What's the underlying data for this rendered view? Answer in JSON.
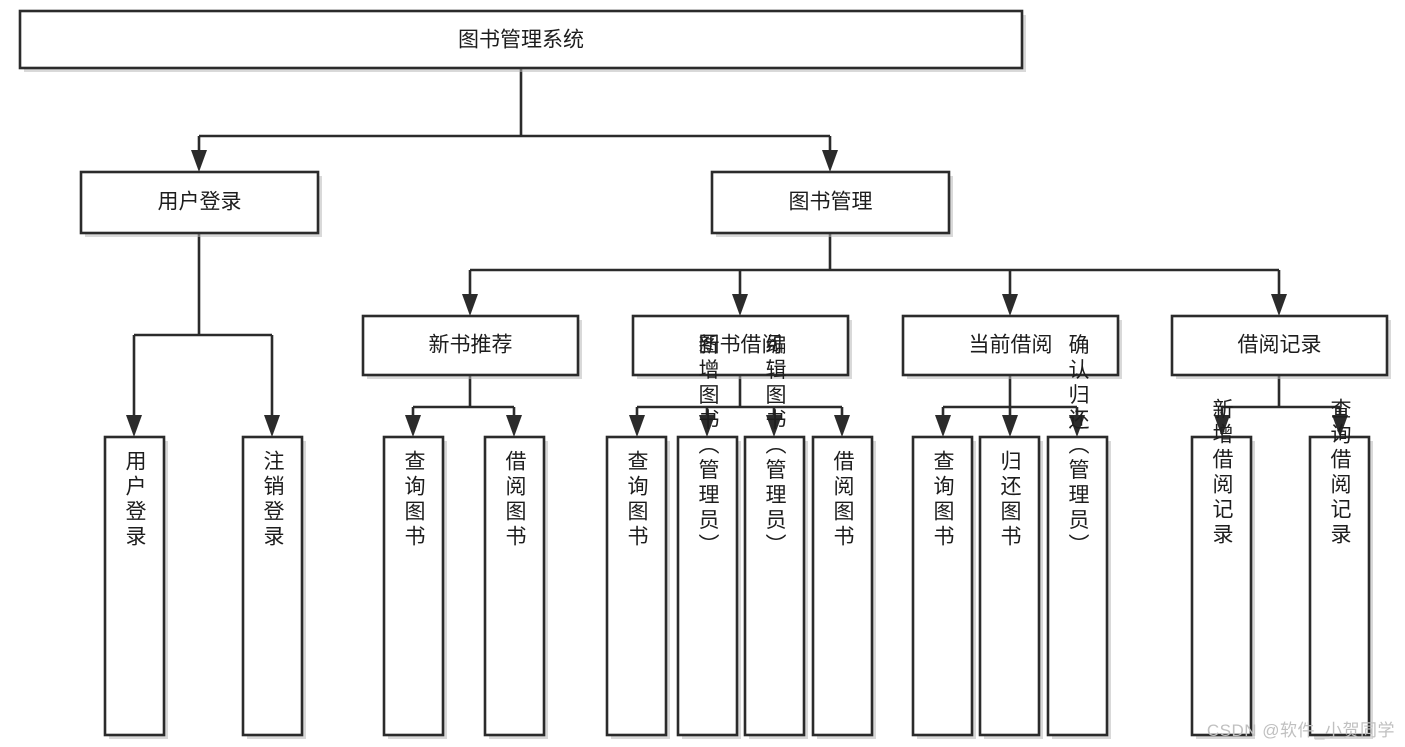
{
  "diagram": {
    "type": "tree-hierarchy",
    "title": "图书管理系统",
    "root": {
      "id": "root",
      "label": "图书管理系统",
      "orientation": "horizontal"
    },
    "level2": [
      {
        "id": "user-login",
        "label": "用户登录",
        "orientation": "horizontal"
      },
      {
        "id": "book-manage",
        "label": "图书管理",
        "orientation": "horizontal"
      }
    ],
    "level3": [
      {
        "id": "new-book-recommend",
        "label": "新书推荐",
        "orientation": "horizontal",
        "parent": "book-manage"
      },
      {
        "id": "book-borrow",
        "label": "图书借阅",
        "orientation": "horizontal",
        "parent": "book-manage"
      },
      {
        "id": "current-borrow",
        "label": "当前借阅",
        "orientation": "horizontal",
        "parent": "book-manage"
      },
      {
        "id": "borrow-record",
        "label": "借阅记录",
        "orientation": "horizontal",
        "parent": "book-manage"
      }
    ],
    "leaves": [
      {
        "id": "leaf-user-login",
        "label": "用户登录",
        "orientation": "vertical",
        "parent": "user-login"
      },
      {
        "id": "leaf-logout-login",
        "label": "注销登录",
        "orientation": "vertical",
        "parent": "user-login"
      },
      {
        "id": "leaf-query-book-1",
        "label": "查询图书",
        "orientation": "vertical",
        "parent": "new-book-recommend"
      },
      {
        "id": "leaf-borrow-book-1",
        "label": "借阅图书",
        "orientation": "vertical",
        "parent": "new-book-recommend"
      },
      {
        "id": "leaf-query-book-2",
        "label": "查询图书",
        "orientation": "vertical",
        "parent": "book-borrow"
      },
      {
        "id": "leaf-add-book",
        "label": "新增图书（管理员）",
        "orientation": "vertical",
        "parent": "book-borrow"
      },
      {
        "id": "leaf-edit-book",
        "label": "编辑图书（管理员）",
        "orientation": "vertical",
        "parent": "book-borrow"
      },
      {
        "id": "leaf-borrow-book-2",
        "label": "借阅图书",
        "orientation": "vertical",
        "parent": "book-borrow"
      },
      {
        "id": "leaf-query-book-3",
        "label": "查询图书",
        "orientation": "vertical",
        "parent": "current-borrow"
      },
      {
        "id": "leaf-return-book",
        "label": "归还图书",
        "orientation": "vertical",
        "parent": "current-borrow"
      },
      {
        "id": "leaf-confirm-return",
        "label": "确认归还（管理员）",
        "orientation": "vertical",
        "parent": "current-borrow"
      },
      {
        "id": "leaf-add-record",
        "label": "新增借阅记录",
        "orientation": "vertical",
        "parent": "borrow-record"
      },
      {
        "id": "leaf-query-record",
        "label": "查询借阅记录",
        "orientation": "vertical",
        "parent": "borrow-record"
      }
    ],
    "colors": {
      "stroke": "#2b2b2b",
      "fill": "#ffffff",
      "text": "#1d1d1d",
      "watermark": "#c0c0c0",
      "background": "#ffffff"
    }
  },
  "watermark": {
    "text": "CSDN @软件_小贺同学"
  }
}
